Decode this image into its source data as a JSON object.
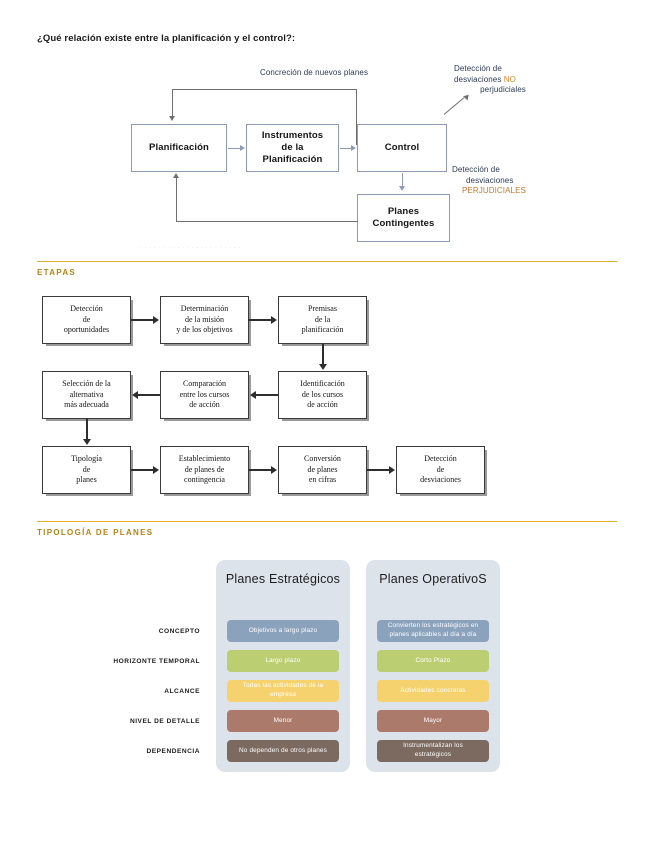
{
  "page": {
    "question": "¿Qué relación existe entre la planificación y el control?:"
  },
  "diagram_planificacion_control": {
    "top_label": "Concreción de nuevos planes",
    "boxes": {
      "planificacion": "Planificación",
      "instrumentos": "Instrumentos\nde la\nPlanificación",
      "control": "Control",
      "planes_contingentes": "Planes\nContingentes"
    },
    "annotation_no_perjudiciales": {
      "line1": "Detección de",
      "line2_prefix": "desviaciones ",
      "line2_highlight": "NO",
      "line3": "perjudiciales"
    },
    "annotation_perjudiciales": {
      "line1": "Detección de",
      "line2": "desviaciones",
      "line3": "PERJUDICIALES"
    }
  },
  "section_etapas": {
    "title": "ETAPAS",
    "accent_color": "#e8ad33",
    "steps_row1": [
      "Detección\nde\noportunidades",
      "Determinación\nde la misión\ny de los objetivos",
      "Premisas\nde la\nplanificación"
    ],
    "steps_row2": [
      "Selección de la\nalternativa\nmás adecuada",
      "Comparación\nentre los cursos\nde acción",
      "Identificación\nde los cursos\nde acción"
    ],
    "steps_row3": [
      "Tipología\nde\nplanes",
      "Establecimiento\nde planes de\ncontingencia",
      "Conversión\nde planes\nen cifras",
      "Detección\nde\ndesviaciones"
    ]
  },
  "section_tipologia": {
    "title": "TIPOLOGÍA DE PLANES",
    "accent_color": "#e8ad33",
    "columns": [
      {
        "header": "Planes Estratégicos"
      },
      {
        "header": "Planes OperativoS"
      }
    ],
    "row_labels": [
      "CONCEPTO",
      "HORIZONTE TEMPORAL",
      "ALCANCE",
      "NIVEL DE DETALLE",
      "DEPENDENCIA"
    ],
    "row_colors": [
      "#8ba2bc",
      "#bcce72",
      "#f6d26e",
      "#ab7a6a",
      "#7c6a60"
    ],
    "estrategicos_values": [
      "Objetivos a largo plazo",
      "Largo plazo",
      "Todas las actividades de la\nempresa",
      "Menor",
      "No dependen de otros planes"
    ],
    "operativos_values": [
      "Convierten los estratégicos en\nplanes aplicables al día a día",
      "Corto Plazo",
      "Actividades concretas",
      "Mayor",
      "Instrumentalizan los\nestratégicos"
    ]
  }
}
